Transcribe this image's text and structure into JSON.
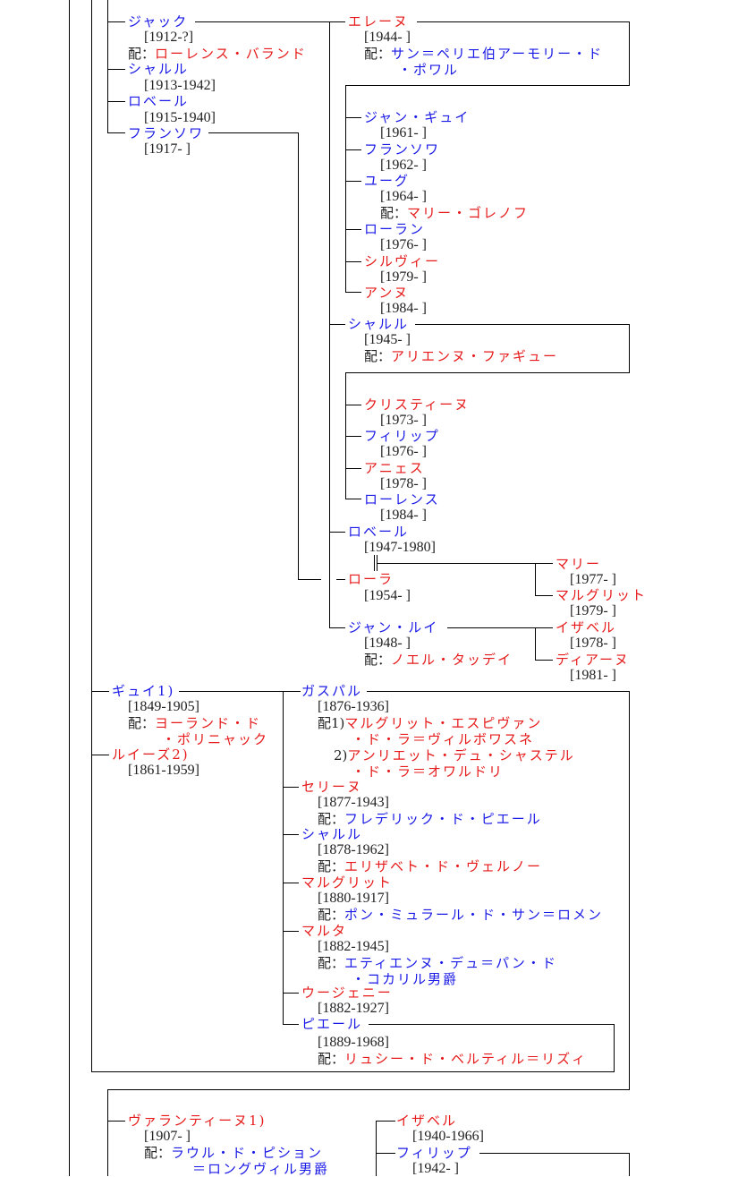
{
  "spouse_prefix": "配：",
  "colors": {
    "male": "#1a1ae6",
    "female": "#e61a1a",
    "text": "#222222",
    "line": "#000000"
  },
  "people": {
    "jacques": {
      "name": "ジャック",
      "dates": "[1912-?]",
      "spouse": "ローレンス・バランド"
    },
    "charles1913": {
      "name": "シャルル",
      "dates": "[1913-1942]"
    },
    "robert1915": {
      "name": "ロベール",
      "dates": "[1915-1940]"
    },
    "francois1917": {
      "name": "フランソワ",
      "dates": "[1917- ]"
    },
    "helene": {
      "name": "エレーヌ",
      "dates": "[1944- ]",
      "spouse_line1": "サン＝ペリエ伯アーモリー・ド",
      "spouse_line2": "・ポワル"
    },
    "jeanguy": {
      "name": "ジャン・ギュイ",
      "dates": "[1961- ]"
    },
    "francois1962": {
      "name": "フランソワ",
      "dates": "[1962- ]"
    },
    "hugues": {
      "name": "ユーグ",
      "dates": "[1964- ]",
      "spouse": "マリー・ゴレノフ"
    },
    "laurent": {
      "name": "ローラン",
      "dates": "[1976- ]"
    },
    "sylvie": {
      "name": "シルヴィー",
      "dates": "[1979- ]"
    },
    "anne": {
      "name": "アンヌ",
      "dates": "[1984- ]"
    },
    "charles1945": {
      "name": "シャルル",
      "dates": "[1945- ]",
      "spouse": "アリエンヌ・ファギュー"
    },
    "christine": {
      "name": "クリスティーヌ",
      "dates": "[1973- ]"
    },
    "philippe1976": {
      "name": "フィリップ",
      "dates": "[1976- ]"
    },
    "agnes": {
      "name": "アニェス",
      "dates": "[1978- ]"
    },
    "laurence": {
      "name": "ローレンス",
      "dates": "[1984- ]"
    },
    "robert1947": {
      "name": "ロベール",
      "dates": "[1947-1980]"
    },
    "laura": {
      "name": "ローラ",
      "dates": "[1954- ]"
    },
    "marie1977": {
      "name": "マリー",
      "dates": "[1977- ]"
    },
    "marguerite1979": {
      "name": "マルグリット",
      "dates": "[1979- ]"
    },
    "jeanlouis": {
      "name": "ジャン・ルイ",
      "dates": "[1948- ]",
      "spouse": "ノエル・タッデイ"
    },
    "isabelle1978": {
      "name": "イザベル",
      "dates": "[1978- ]"
    },
    "diane": {
      "name": "ディアーヌ",
      "dates": "[1981- ]"
    },
    "guy": {
      "name": "ギュイ1)",
      "dates": "[1849-1905]",
      "spouse_line1": "ヨーランド・ド",
      "spouse_line2": "・ポリニャック"
    },
    "louise": {
      "name": "ルイーズ2)",
      "dates": "[1861-1959]"
    },
    "gaspard": {
      "name": "ガスパル",
      "dates": "[1876-1936]",
      "spouse_prefix1": "配1)",
      "spouse1_line1": "マルグリット・エスピヴァン",
      "spouse1_line2": "・ド・ラ＝ヴィルボワスネ",
      "spouse_prefix2": "2)",
      "spouse2_line1": "アンリエット・デュ・シャステル",
      "spouse2_line2": "・ド・ラ＝オワルドリ"
    },
    "celine": {
      "name": "セリーヌ",
      "dates": "[1877-1943]",
      "spouse": "フレデリック・ド・ピエール"
    },
    "charles1878": {
      "name": "シャルル",
      "dates": "[1878-1962]",
      "spouse": "エリザベト・ド・ヴェルノー"
    },
    "marguerite1880": {
      "name": "マルグリット",
      "dates": "[1880-1917]",
      "spouse": "ポン・ミュラール・ド・サン＝ロメン"
    },
    "marthe": {
      "name": "マルタ",
      "dates": "[1882-1945]",
      "spouse_line1": "エティエンヌ・デュ＝パン・ド",
      "spouse_line2": "・コカリル男爵"
    },
    "eugenie": {
      "name": "ウージェニー",
      "dates": "[1882-1927]"
    },
    "pierre": {
      "name": "ピエール",
      "dates": "[1889-1968]",
      "spouse": "リュシー・ド・ベルティル＝リズィ"
    },
    "valentine": {
      "name": "ヴァランティーヌ1)",
      "dates": "[1907- ]",
      "spouse_line1": "ラウル・ド・ピション",
      "spouse_line2": "＝ロングヴィル男爵"
    },
    "isabelle1940": {
      "name": "イザベル",
      "dates": "[1940-1966]"
    },
    "philippe1942": {
      "name": "フィリップ",
      "dates": "[1942- ]"
    }
  }
}
